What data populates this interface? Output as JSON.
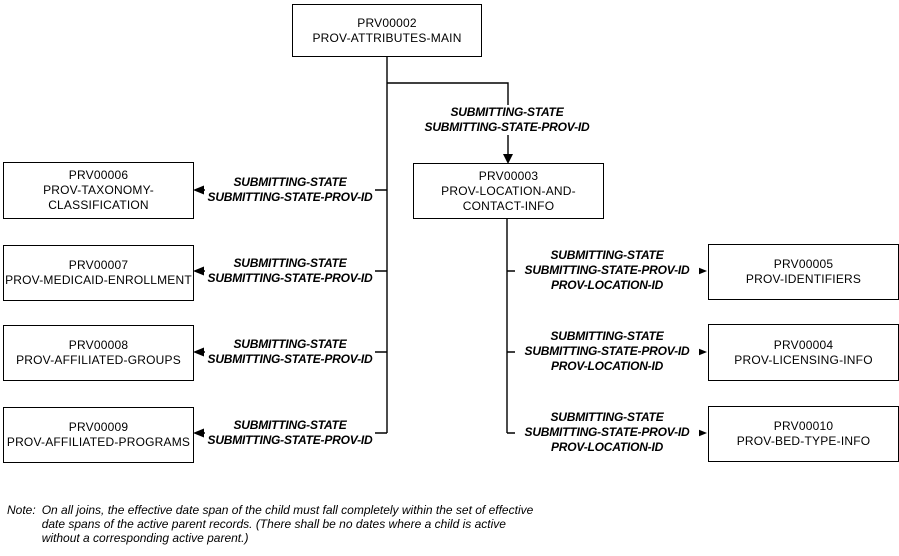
{
  "colors": {
    "background": "#ffffff",
    "line": "#000000",
    "text": "#000000"
  },
  "diagram": {
    "nodes": [
      {
        "code": "PRV00002",
        "name": "PROV-ATTRIBUTES-MAIN"
      },
      {
        "code": "PRV00006",
        "name": [
          "PROV-TAXONOMY-",
          "CLASSIFICATION"
        ]
      },
      {
        "code": "PRV00007",
        "name": "PROV-MEDICAID-ENROLLMENT"
      },
      {
        "code": "PRV00008",
        "name": "PROV-AFFILIATED-GROUPS"
      },
      {
        "code": "PRV00009",
        "name": "PROV-AFFILIATED-PROGRAMS"
      },
      {
        "code": "PRV00003",
        "name": [
          "PROV-LOCATION-AND-",
          "CONTACT-INFO"
        ]
      },
      {
        "code": "PRV00005",
        "name": "PROV-IDENTIFIERS"
      },
      {
        "code": "PRV00004",
        "name": "PROV-LICENSING-INFO"
      },
      {
        "code": "PRV00010",
        "name": "PROV-BED-TYPE-INFO"
      }
    ],
    "edges": [
      {
        "from": "PRV00002",
        "to": "PRV00003",
        "join_fields": [
          "SUBMITTING-STATE",
          "SUBMITTING-STATE-PROV-ID"
        ]
      },
      {
        "from": "PRV00002",
        "to": "PRV00006",
        "join_fields": [
          "SUBMITTING-STATE",
          "SUBMITTING-STATE-PROV-ID"
        ]
      },
      {
        "from": "PRV00002",
        "to": "PRV00007",
        "join_fields": [
          "SUBMITTING-STATE",
          "SUBMITTING-STATE-PROV-ID"
        ]
      },
      {
        "from": "PRV00002",
        "to": "PRV00008",
        "join_fields": [
          "SUBMITTING-STATE",
          "SUBMITTING-STATE-PROV-ID"
        ]
      },
      {
        "from": "PRV00002",
        "to": "PRV00009",
        "join_fields": [
          "SUBMITTING-STATE",
          "SUBMITTING-STATE-PROV-ID"
        ]
      },
      {
        "from": "PRV00003",
        "to": "PRV00005",
        "join_fields": [
          "SUBMITTING-STATE",
          "SUBMITTING-STATE-PROV-ID",
          "PROV-LOCATION-ID"
        ]
      },
      {
        "from": "PRV00003",
        "to": "PRV00004",
        "join_fields": [
          "SUBMITTING-STATE",
          "SUBMITTING-STATE-PROV-ID",
          "PROV-LOCATION-ID"
        ]
      },
      {
        "from": "PRV00003",
        "to": "PRV00010",
        "join_fields": [
          "SUBMITTING-STATE",
          "SUBMITTING-STATE-PROV-ID",
          "PROV-LOCATION-ID"
        ]
      }
    ]
  },
  "note": {
    "label": "Note:",
    "lines": [
      "On all joins, the effective date span of the child must fall completely within the set of effective",
      "date spans of the active parent records.  (There shall be no dates where a child is active",
      "without a corresponding active parent.)"
    ]
  }
}
